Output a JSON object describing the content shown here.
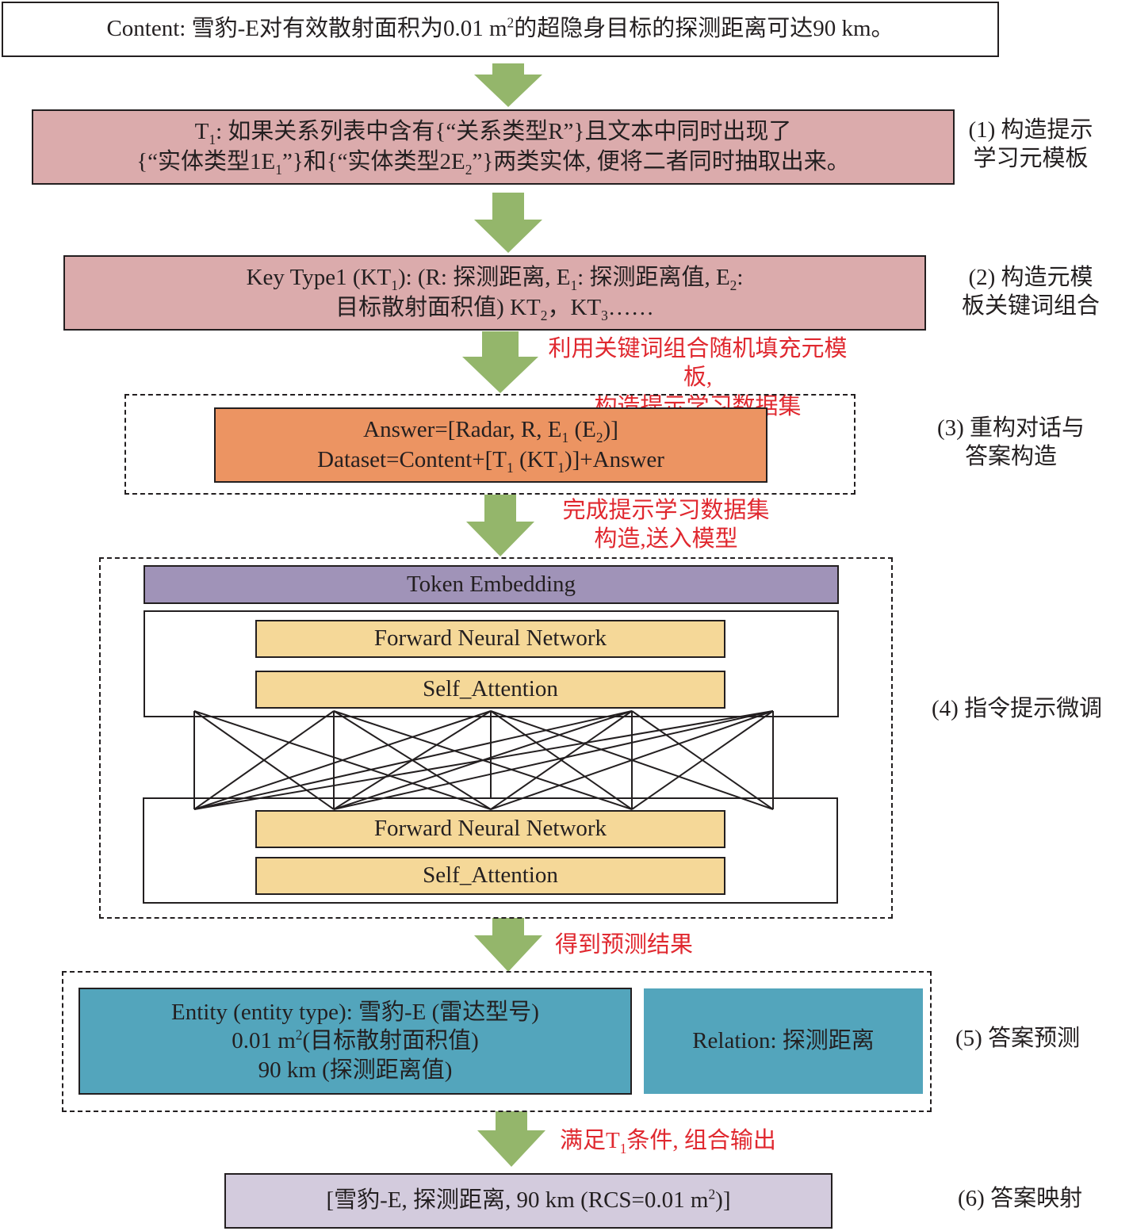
{
  "content": {
    "prefix": "Content: ",
    "text_a": "雪豹-E对有效散射面积为0.01 m",
    "sup": "2",
    "text_b": "的超隐身目标的探测距离可达90 km。"
  },
  "step1": {
    "line1_a": "T",
    "line1_sub": "1",
    "line1_b": ": 如果关系列表中含有{“关系类型R”}且文本中同时出现了",
    "line2_a": "{“实体类型1E",
    "line2_sub1": "1",
    "line2_b": "”}和{“实体类型2E",
    "line2_sub2": "2",
    "line2_c": "”}两类实体, 便将二者同时抽取出来。",
    "side_line1": "(1) 构造提示",
    "side_line2": "学习元模板"
  },
  "step2": {
    "l1_a": "Key Type1 (KT",
    "l1_sub1": "1",
    "l1_b": "): (R: 探测距离, E",
    "l1_sub2": "1",
    "l1_c": ": 探测距离值, E",
    "l1_sub3": "2",
    "l1_d": ":",
    "l2_a": "目标散射面积值) KT",
    "l2_sub1": "2",
    "l2_b": "，KT",
    "l2_sub2": "3",
    "l2_c": "……",
    "side_line1": "(2) 构造元模",
    "side_line2": "板关键词组合",
    "arrow_note_line1": "利用关键词组合随机填充元模板,",
    "arrow_note_line2": "构造提示学习数据集"
  },
  "step3": {
    "l1_a": "Answer=[Radar, R, E",
    "l1_sub1": "1",
    "l1_b": " (E",
    "l1_sub2": "2",
    "l1_c": ")]",
    "l2_a": "Dataset=Content+[T",
    "l2_sub1": "1",
    "l2_b": " (KT",
    "l2_sub2": "1",
    "l2_c": ")]+Answer",
    "side_line1": "(3) 重构对话与",
    "side_line2": "答案构造",
    "arrow_note_line1": "完成提示学习数据集",
    "arrow_note_line2": "构造,送入模型"
  },
  "step4": {
    "token_embedding": "Token Embedding",
    "upper_ffn": "Forward Neural Network",
    "upper_attn": "Self_Attention",
    "lower_ffn": "Forward Neural Network",
    "lower_attn": "Self_Attention",
    "side": "(4) 指令提示微调",
    "arrow_note": "得到预测结果"
  },
  "step5": {
    "entity_l1": "Entity (entity type): 雪豹-E (雷达型号)",
    "entity_l2_a": "0.01 m",
    "entity_l2_sup": "2",
    "entity_l2_b": "(目标散射面积值)",
    "entity_l3": "90 km (探测距离值)",
    "relation": "Relation: 探测距离",
    "side": "(5) 答案预测",
    "arrow_note_a": "满足T",
    "arrow_note_sub": "1",
    "arrow_note_b": "条件, 组合输出"
  },
  "step6": {
    "text_a": "[雪豹-E, 探测距离, 90 km (RCS=0.01 m",
    "sup": "2",
    "text_b": ")]",
    "side": "(6) 答案映射"
  },
  "colors": {
    "arrow": "#94b66b",
    "pink": "#dbabac",
    "orange": "#ec9462",
    "purple": "#a093b8",
    "yellow": "#f5d898",
    "teal": "#53a5bc",
    "lavender": "#d3cbdd",
    "red_text": "#e0282f"
  }
}
